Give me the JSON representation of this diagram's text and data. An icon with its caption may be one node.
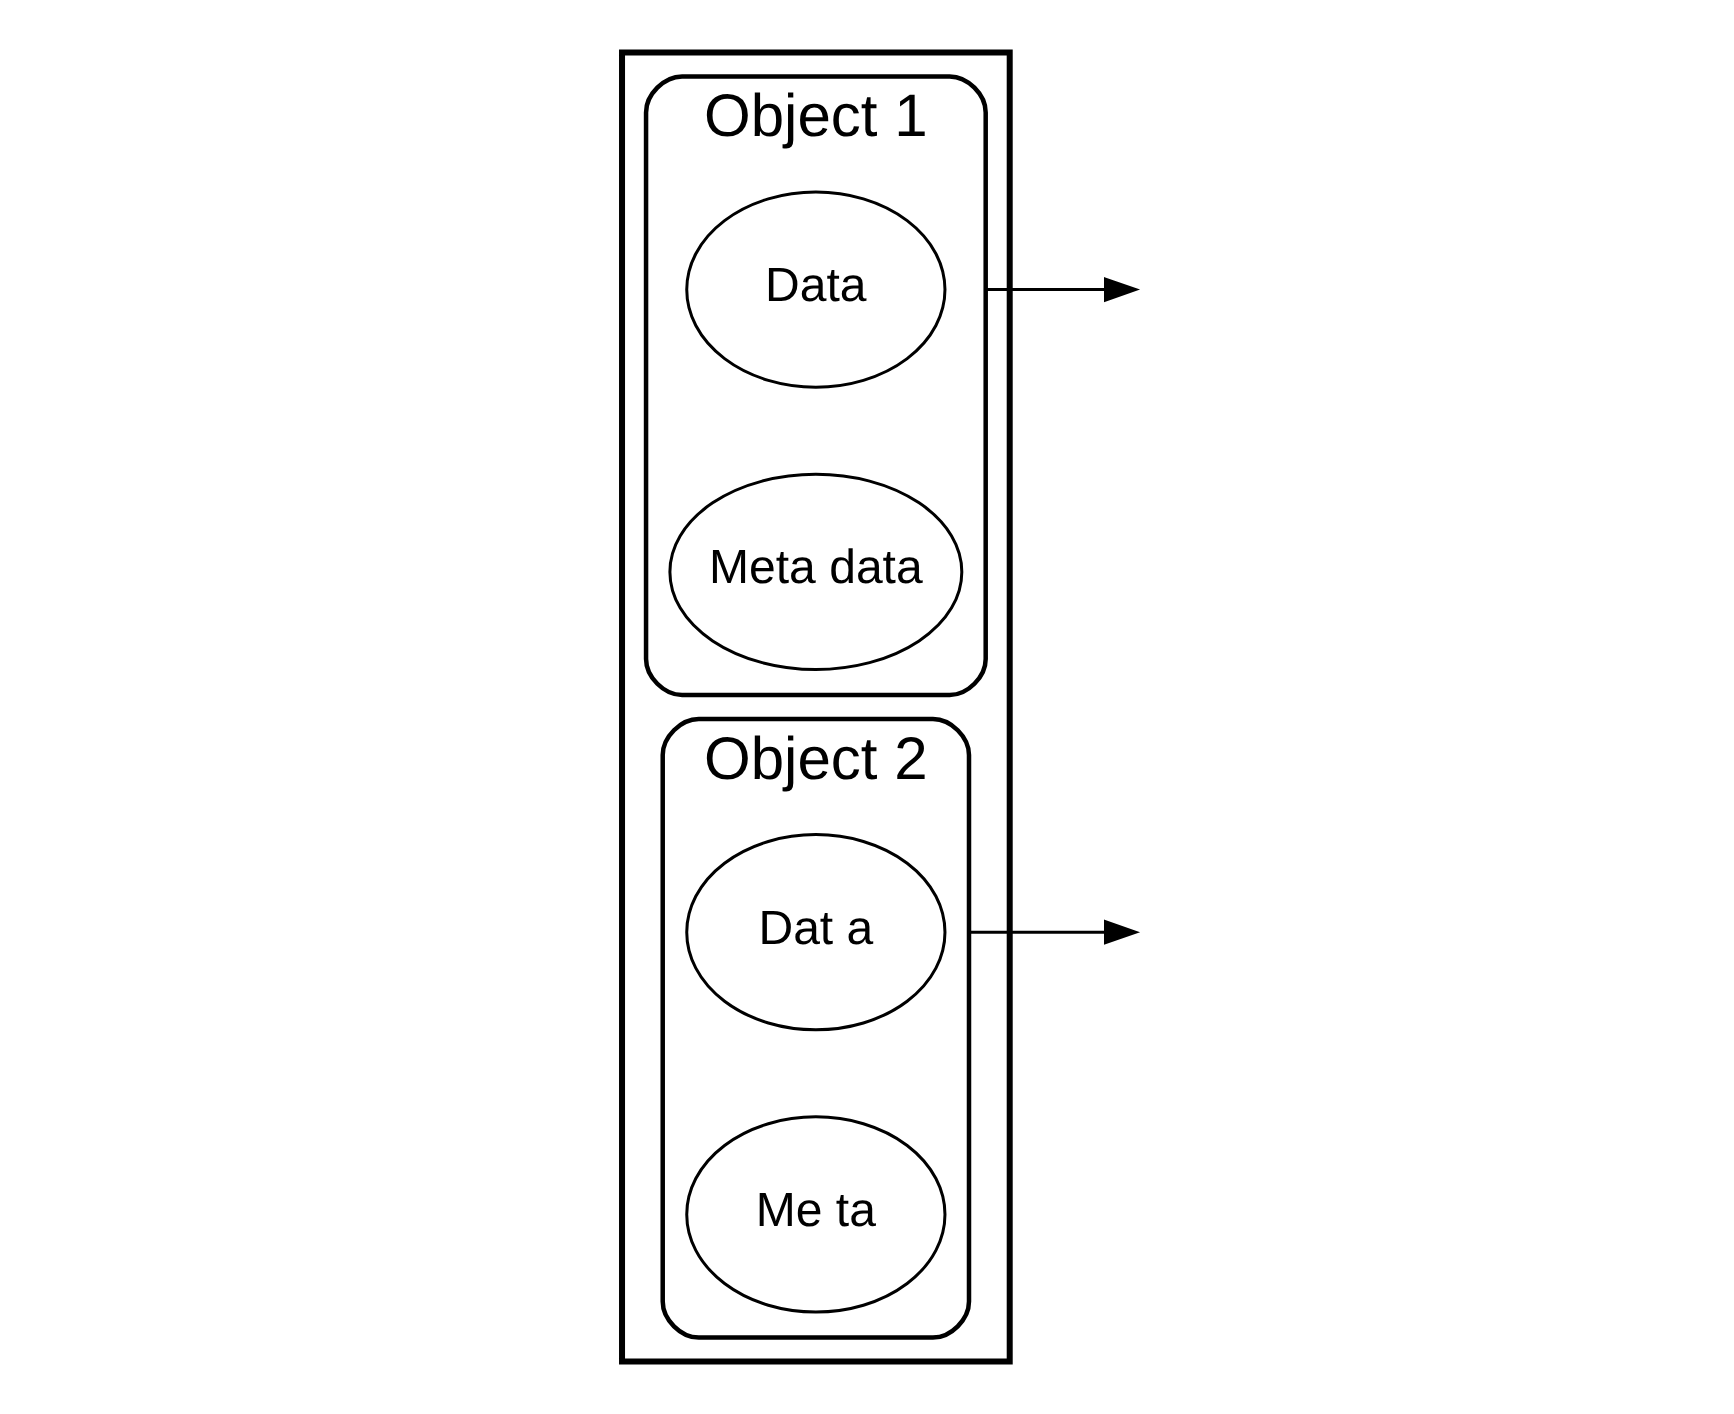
{
  "diagram": {
    "nodes": [
      {
        "text": [],
        "shape": "box"
      },
      {
        "text": [
          "Object 1"
        ],
        "in": 0
      },
      {
        "text": [
          "Data"
        ],
        "in": 1
      },
      {
        "text": [
          "Meta data"
        ],
        "in": 1
      },
      {
        "text": [
          "Object 2"
        ],
        "in": 0
      },
      {
        "text": [
          "Dat a"
        ],
        "in": 4
      },
      {
        "text": [
          "Me ta"
        ],
        "in": 4
      }
    ],
    "edges": [
      {
        "from": 1,
        "to": null,
        "arrow": "to"
      },
      {
        "from": 4,
        "to": null,
        "arrow": "to"
      }
    ]
  }
}
